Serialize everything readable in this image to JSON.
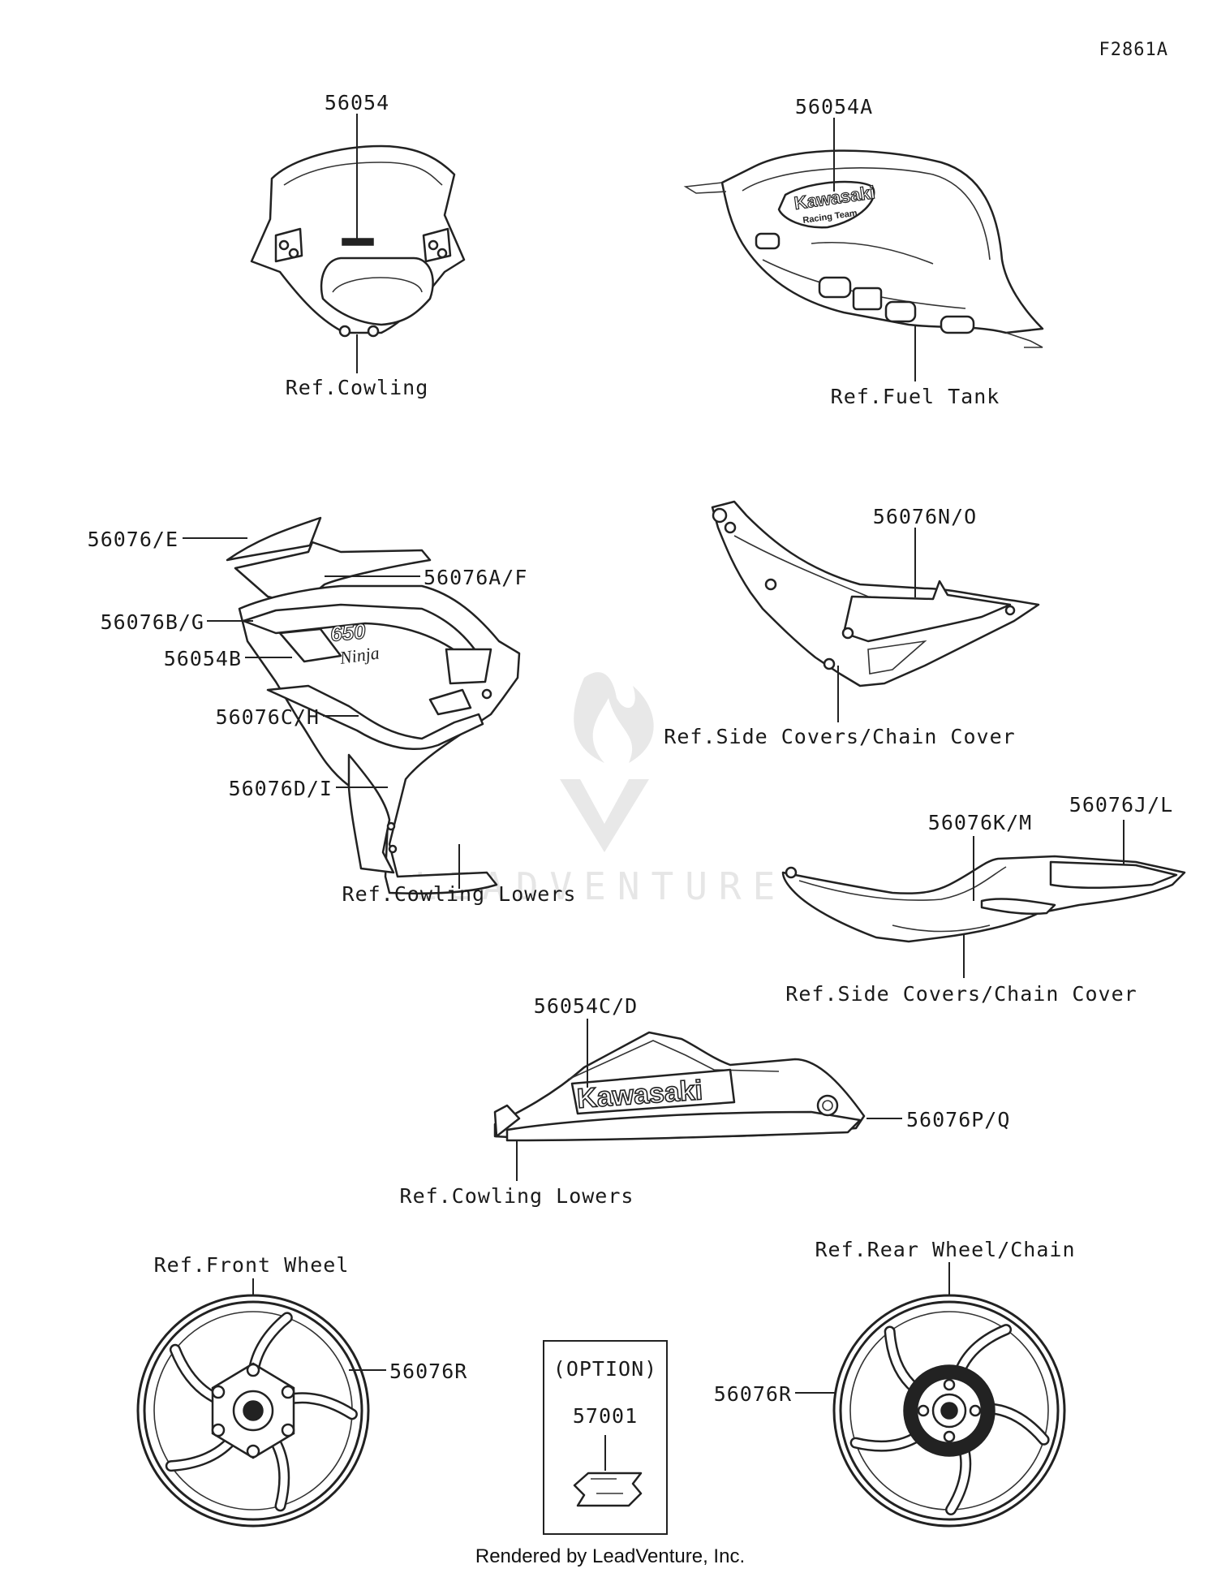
{
  "diagram_id": "F2861A",
  "watermark": "LEADVENTURE",
  "footer": "Rendered by LeadVenture, Inc.",
  "labels": {
    "p56054": "56054",
    "ref_cowling": "Ref.Cowling",
    "p56054A": "56054A",
    "ref_fuel_tank": "Ref.Fuel Tank",
    "p56076_E": "56076/E",
    "p56076A_F": "56076A/F",
    "p56076B_G": "56076B/G",
    "p56054B": "56054B",
    "p56076C_H": "56076C/H",
    "p56076D_I": "56076D/I",
    "ref_cowling_lowers_1": "Ref.Cowling Lowers",
    "p56076N_O": "56076N/O",
    "ref_side_covers_1": "Ref.Side Covers/Chain Cover",
    "p56076K_M": "56076K/M",
    "p56076J_L": "56076J/L",
    "ref_side_covers_2": "Ref.Side Covers/Chain Cover",
    "p56054C_D": "56054C/D",
    "p56076P_Q": "56076P/Q",
    "ref_cowling_lowers_2": "Ref.Cowling Lowers",
    "ref_front_wheel": "Ref.Front Wheel",
    "p56076R_front": "56076R",
    "option": "(OPTION)",
    "p57001": "57001",
    "ref_rear_wheel": "Ref.Rear Wheel/Chain",
    "p56076R_rear": "56076R"
  },
  "decal_text": {
    "tank_brand": "Kawasaki",
    "tank_sub": "Racing Team",
    "fairing_model": "650",
    "fairing_script": "Ninja",
    "lower_brand": "Kawasaki"
  }
}
